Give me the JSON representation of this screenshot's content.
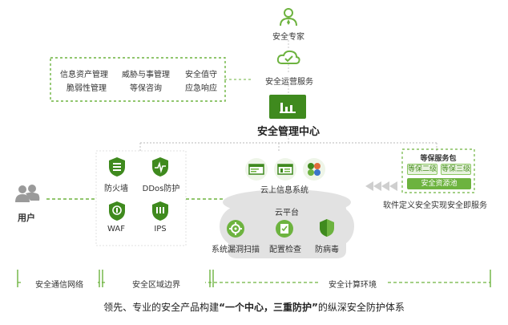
{
  "top": {
    "expert": "安全专家",
    "ops": "安全运营服务"
  },
  "services_box": {
    "col1": [
      "信息资产管理",
      "脆弱性管理"
    ],
    "col2": [
      "威胁与事管理",
      "等保咨询"
    ],
    "col3": [
      "安全值守",
      "应急响应"
    ]
  },
  "center": {
    "title": "安全管理中心"
  },
  "left_products": {
    "firewall": "防火墙",
    "ddos": "DDos防护",
    "waf": "WAF",
    "ips": "IPS"
  },
  "user": {
    "label": "用户"
  },
  "cloud_info": {
    "label": "云上信息系统"
  },
  "cloud_platform": {
    "title": "云平台",
    "items": [
      "系统漏洞扫描",
      "配置检查",
      "防病毒"
    ]
  },
  "package": {
    "title": "等保服务包",
    "level2": "等保二级",
    "level3": "等保三级",
    "pool": "安全资源池",
    "caption": "软件定义安全实现安全即服务"
  },
  "zones": {
    "network": "安全通信网络",
    "boundary": "安全区域边界",
    "compute": "安全计算环境"
  },
  "footer": {
    "prefix": "领先、专业的安全产品构建",
    "highlight": "“一个中心，三重防护”",
    "suffix": "的纵深安全防护体系"
  },
  "colors": {
    "accent": "#6db33f",
    "dark_green": "#3f8a1e",
    "gray_line": "#c8c8c8",
    "cloud_gray": "#e2e2e2"
  }
}
